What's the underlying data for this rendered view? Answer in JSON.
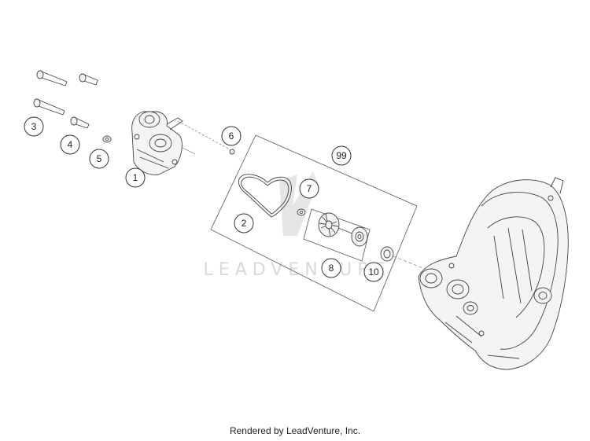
{
  "watermark": "LEADVENTURE",
  "footer": "Rendered by LeadVenture, Inc.",
  "callouts": [
    "1",
    "2",
    "3",
    "4",
    "5",
    "6",
    "7",
    "8",
    "10",
    "99"
  ]
}
